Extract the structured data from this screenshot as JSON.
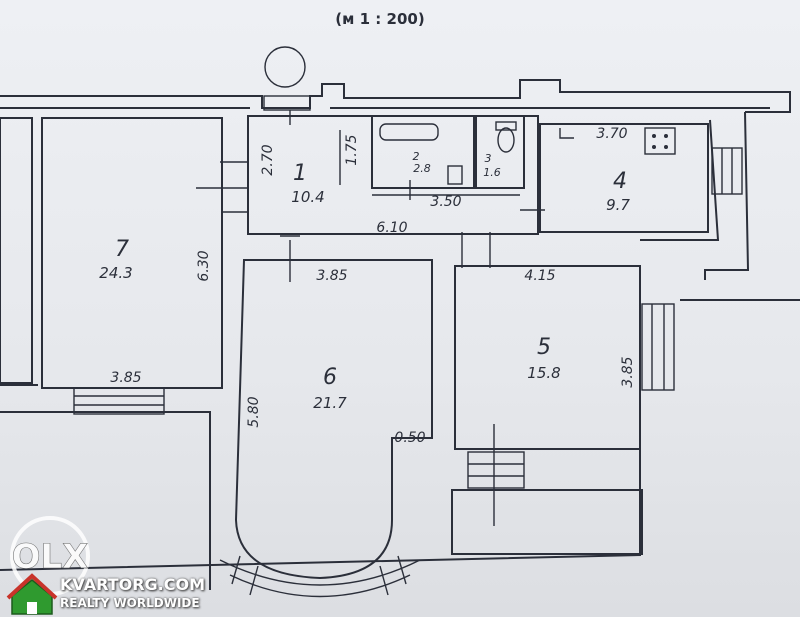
{
  "scale_label": "(м 1 : 200)",
  "rooms": [
    {
      "num": "1",
      "area": "10.4"
    },
    {
      "num": "2",
      "area": "2.8"
    },
    {
      "num": "3",
      "area": "1.6"
    },
    {
      "num": "4",
      "area": "9.7"
    },
    {
      "num": "5",
      "area": "15.8"
    },
    {
      "num": "6",
      "area": "21.7"
    },
    {
      "num": "7",
      "area": "24.3"
    }
  ],
  "dimensions": {
    "hall_height": "2.70",
    "hall_right": "1.75",
    "bath_width": "3.50",
    "corridor_length": "6.10",
    "kitchen_width": "3.70",
    "room7_height": "6.30",
    "room7_width": "3.85",
    "room6_width": "3.85",
    "room6_height": "5.80",
    "room6_step": "0.50",
    "room5_width": "4.15",
    "room5_height": "3.85"
  },
  "watermark": {
    "logo": "OLX",
    "site": "KVARTORG.COM",
    "tagline": "REALTY WORLDWIDE"
  }
}
